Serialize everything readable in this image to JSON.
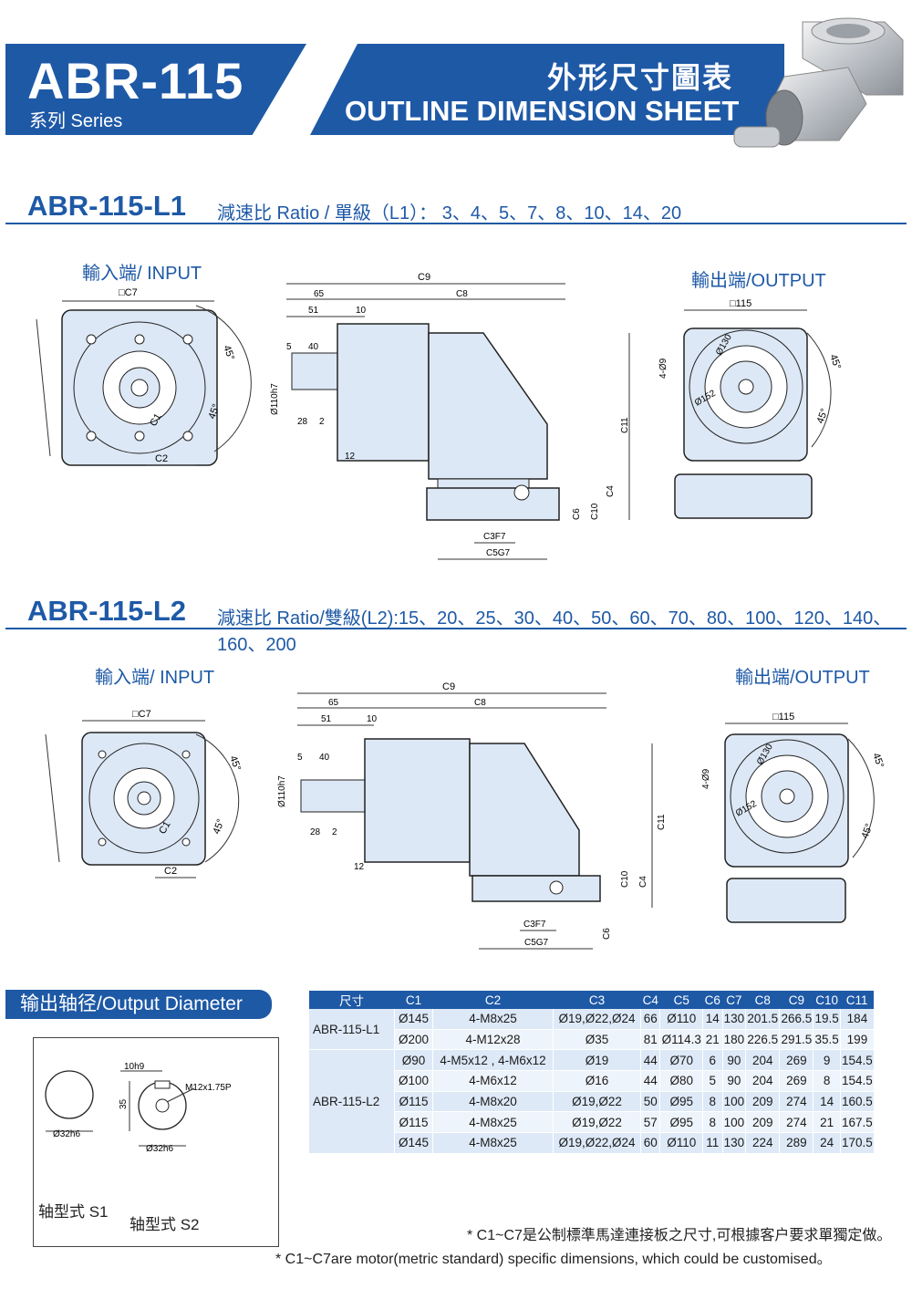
{
  "header": {
    "series_title": "ABR-115",
    "series_sub": "系列 Series",
    "sheet_title_cn": "外形尺寸圖表",
    "sheet_title_en": "OUTLINE DIMENSION SHEET"
  },
  "section_l1": {
    "model": "ABR-115-L1",
    "ratio": "減速比 Ratio / 單級（L1）： 3、4、5、7、8、10、14、20",
    "input_label": "輸入端/ INPUT",
    "output_label": "輸出端/OUTPUT"
  },
  "section_l2": {
    "model": "ABR-115-L2",
    "ratio": "減速比 Ratio/雙級(L2):15、20、25、30、40、50、60、70、80、100、120、140、160、200",
    "input_label": "輸入端/ INPUT",
    "output_label": "輸出端/OUTPUT"
  },
  "drawing_labels": {
    "c7": "□C7",
    "c1": "C1",
    "c2": "C2",
    "a45": "45°",
    "c9": "C9",
    "c8": "C8",
    "d65": "65",
    "d51": "51",
    "d10": "10",
    "d5": "5",
    "d40": "40",
    "d28": "28",
    "d2": "2",
    "d12": "12",
    "d110": "Ø110h7",
    "c11": "C11",
    "c4": "C4",
    "c6": "C6",
    "c10": "C10",
    "c3": "C3F7",
    "c5": "C5G7",
    "sq115": "□115",
    "d130": "Ø130",
    "d152": "Ø152",
    "holes": "4-Ø9"
  },
  "output_diameter": {
    "title": "输出轴径/Output Diameter",
    "s1_dia": "Ø32h6",
    "s2_dia": "Ø32h6",
    "key": "10h9",
    "thread": "M12x1.75P",
    "length": "35",
    "s1_caption": "轴型式 S1",
    "s2_caption": "轴型式 S2"
  },
  "table": {
    "headers": [
      "尺寸",
      "C1",
      "C2",
      "C3",
      "C4",
      "C5",
      "C6",
      "C7",
      "C8",
      "C9",
      "C10",
      "C11"
    ],
    "groups": [
      {
        "model": "ABR-115-L1",
        "rows": [
          [
            "Ø145",
            "4-M8x25",
            "Ø19,Ø22,Ø24",
            "66",
            "Ø110",
            "14",
            "130",
            "201.5",
            "266.5",
            "19.5",
            "184"
          ],
          [
            "Ø200",
            "4-M12x28",
            "Ø35",
            "81",
            "Ø114.3",
            "21",
            "180",
            "226.5",
            "291.5",
            "35.5",
            "199"
          ]
        ]
      },
      {
        "model": "ABR-115-L2",
        "rows": [
          [
            "Ø90",
            "4-M5x12 , 4-M6x12",
            "Ø19",
            "44",
            "Ø70",
            "6",
            "90",
            "204",
            "269",
            "9",
            "154.5"
          ],
          [
            "Ø100",
            "4-M6x12",
            "Ø16",
            "44",
            "Ø80",
            "5",
            "90",
            "204",
            "269",
            "8",
            "154.5"
          ],
          [
            "Ø115",
            "4-M8x20",
            "Ø19,Ø22",
            "50",
            "Ø95",
            "8",
            "100",
            "209",
            "274",
            "14",
            "160.5"
          ],
          [
            "Ø115",
            "4-M8x25",
            "Ø19,Ø22",
            "57",
            "Ø95",
            "8",
            "100",
            "209",
            "274",
            "21",
            "167.5"
          ],
          [
            "Ø145",
            "4-M8x25",
            "Ø19,Ø22,Ø24",
            "60",
            "Ø110",
            "11",
            "130",
            "224",
            "289",
            "24",
            "170.5"
          ]
        ]
      }
    ]
  },
  "notes": {
    "cn": "* C1~C7是公制標準馬達連接板之尺寸,可根據客户要求單獨定做。",
    "en": "* C1~C7are motor(metric standard) specific dimensions, which could be customised。"
  },
  "colors": {
    "brand_blue": "#1e59a6",
    "part_fill": "#dde8f6"
  }
}
